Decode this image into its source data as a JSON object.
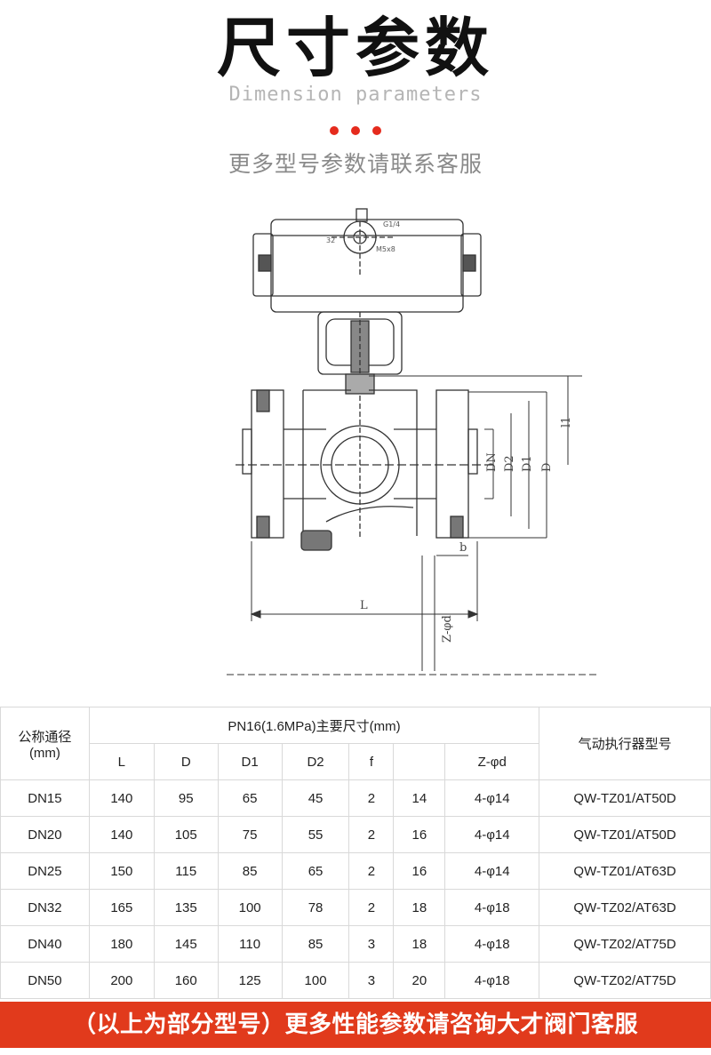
{
  "header": {
    "title": "尺寸参数",
    "subtitle_en": "Dimension parameters",
    "note": "更多型号参数请联系客服"
  },
  "drawing": {
    "labels": {
      "g": "G1/4",
      "m": "M5x8",
      "thirty_two": "32",
      "dn": "DN",
      "d2": "D2",
      "d1": "D1",
      "d": "D",
      "l1": "l1",
      "b": "b",
      "l": "L",
      "z_phi_d": "Z-φd"
    }
  },
  "table": {
    "col1_header_line1": "公称通径",
    "col1_header_line2": "(mm)",
    "group_header": "PN16(1.6MPa)主要尺寸(mm)",
    "actuator_header": "气动执行器型号",
    "sub_headers": [
      "L",
      "D",
      "D1",
      "D2",
      "f",
      "",
      "Z-φd"
    ],
    "rows": [
      {
        "dn": "DN15",
        "L": "140",
        "D": "95",
        "D1": "65",
        "D2": "45",
        "f": "2",
        "b": "14",
        "z": "4-φ14",
        "model": "QW-TZ01/AT50D"
      },
      {
        "dn": "DN20",
        "L": "140",
        "D": "105",
        "D1": "75",
        "D2": "55",
        "f": "2",
        "b": "16",
        "z": "4-φ14",
        "model": "QW-TZ01/AT50D"
      },
      {
        "dn": "DN25",
        "L": "150",
        "D": "115",
        "D1": "85",
        "D2": "65",
        "f": "2",
        "b": "16",
        "z": "4-φ14",
        "model": "QW-TZ01/AT63D"
      },
      {
        "dn": "DN32",
        "L": "165",
        "D": "135",
        "D1": "100",
        "D2": "78",
        "f": "2",
        "b": "18",
        "z": "4-φ18",
        "model": "QW-TZ02/AT63D"
      },
      {
        "dn": "DN40",
        "L": "180",
        "D": "145",
        "D1": "110",
        "D2": "85",
        "f": "3",
        "b": "18",
        "z": "4-φ18",
        "model": "QW-TZ02/AT75D"
      },
      {
        "dn": "DN50",
        "L": "200",
        "D": "160",
        "D1": "125",
        "D2": "100",
        "f": "3",
        "b": "20",
        "z": "4-φ18",
        "model": "QW-TZ02/AT75D"
      }
    ]
  },
  "footer": {
    "banner": "（以上为部分型号）更多性能参数请咨询大才阀门客服"
  },
  "colors": {
    "accent_red": "#e52b1d",
    "banner_red": "#e13a1c"
  }
}
